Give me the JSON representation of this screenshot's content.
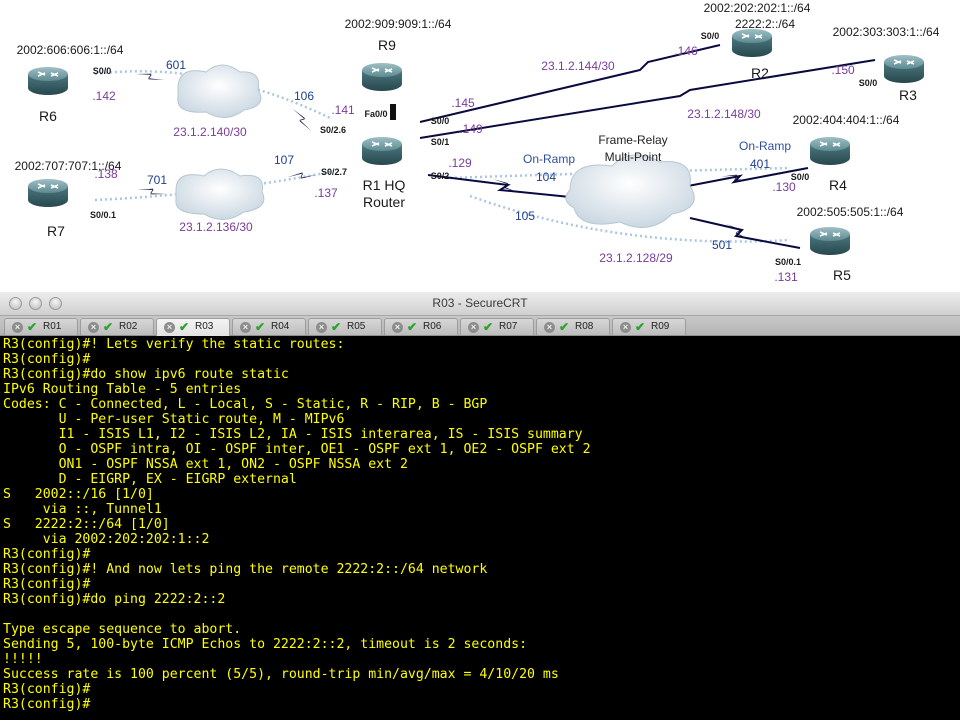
{
  "diagram": {
    "routers": {
      "r6": {
        "name": "R6",
        "network": "2002:606:606:1::/64"
      },
      "r7": {
        "name": "R7",
        "network": "2002:707:707:1::/64"
      },
      "r9": {
        "name": "R9",
        "network": "2002:909:909:1::/64"
      },
      "r1": {
        "name_line1": "R1 HQ",
        "name_line2": "Router"
      },
      "r2": {
        "name": "R2",
        "network_line1": "2002:202:202:1::/64",
        "network_line2": "2222:2::/64"
      },
      "r3": {
        "name": "R3",
        "network": "2002:303:303:1::/64"
      },
      "r4": {
        "name": "R4",
        "network": "2002:404:404:1::/64"
      },
      "r5": {
        "name": "R5",
        "network": "2002:505:505:1::/64"
      }
    },
    "subnets": {
      "r6_r1": "23.1.2.140/30",
      "r7_r1": "23.1.2.136/30",
      "r1_r2": "23.1.2.144/30",
      "r1_r3": "23.1.2.148/30",
      "frame_relay": "23.1.2.128/29"
    },
    "host_octets": {
      "r6": ".142",
      "r1_to_r6": ".141",
      "r7": ".138",
      "r1_to_r7": ".137",
      "r1_to_r2": ".145",
      "r2": ".146",
      "r1_to_r3": ".149",
      "r3": ".150",
      "r1_fr": ".129",
      "r4": ".130",
      "r5": ".131"
    },
    "dlcis": {
      "r6": "601",
      "r1_to_r6": "106",
      "r7": "701",
      "r1_to_r7": "107",
      "r1_fr_r4": "104",
      "r1_fr_r5": "105",
      "r4": "401",
      "r5": "501"
    },
    "ports": {
      "r6": "S0/0",
      "r1_s026": "S0/2.6",
      "r7": "S0/0.1",
      "r1_s027": "S0/2.7",
      "r9_fa": "Fa0/0",
      "r1_s00": "S0/0",
      "r1_s01": "S0/1",
      "r1_s02": "S0/2",
      "r2": "S0/0",
      "r3": "S0/0",
      "r4": "S0/0",
      "r5": "S0/0.1"
    },
    "on_ramp_left": "On-Ramp",
    "on_ramp_right": "On-Ramp",
    "cloud_line1": "Frame-Relay",
    "cloud_line2": "Multi-Point"
  },
  "window": {
    "title": "R03 - SecureCRT",
    "tabs": [
      {
        "label": "R01",
        "active": false
      },
      {
        "label": "R02",
        "active": false
      },
      {
        "label": "R03",
        "active": true
      },
      {
        "label": "R04",
        "active": false
      },
      {
        "label": "R05",
        "active": false
      },
      {
        "label": "R06",
        "active": false
      },
      {
        "label": "R07",
        "active": false
      },
      {
        "label": "R08",
        "active": false
      },
      {
        "label": "R09",
        "active": false
      }
    ],
    "tab_close_glyph": "×",
    "tab_check_glyph": "✔"
  },
  "terminal": {
    "text_color": "#ffff00",
    "background": "#000000",
    "lines": [
      "R3(config)#! Lets verify the static routes:",
      "R3(config)#",
      "R3(config)#do show ipv6 route static",
      "IPv6 Routing Table - 5 entries",
      "Codes: C - Connected, L - Local, S - Static, R - RIP, B - BGP",
      "       U - Per-user Static route, M - MIPv6",
      "       I1 - ISIS L1, I2 - ISIS L2, IA - ISIS interarea, IS - ISIS summary",
      "       O - OSPF intra, OI - OSPF inter, OE1 - OSPF ext 1, OE2 - OSPF ext 2",
      "       ON1 - OSPF NSSA ext 1, ON2 - OSPF NSSA ext 2",
      "       D - EIGRP, EX - EIGRP external",
      "S   2002::/16 [1/0]",
      "     via ::, Tunnel1",
      "S   2222:2::/64 [1/0]",
      "     via 2002:202:202:1::2",
      "R3(config)#",
      "R3(config)#! And now lets ping the remote 2222:2::/64 network",
      "R3(config)#",
      "R3(config)#do ping 2222:2::2",
      "",
      "Type escape sequence to abort.",
      "Sending 5, 100-byte ICMP Echos to 2222:2::2, timeout is 2 seconds:",
      "!!!!!",
      "Success rate is 100 percent (5/5), round-trip min/avg/max = 4/10/20 ms",
      "R3(config)#",
      "R3(config)#"
    ]
  }
}
